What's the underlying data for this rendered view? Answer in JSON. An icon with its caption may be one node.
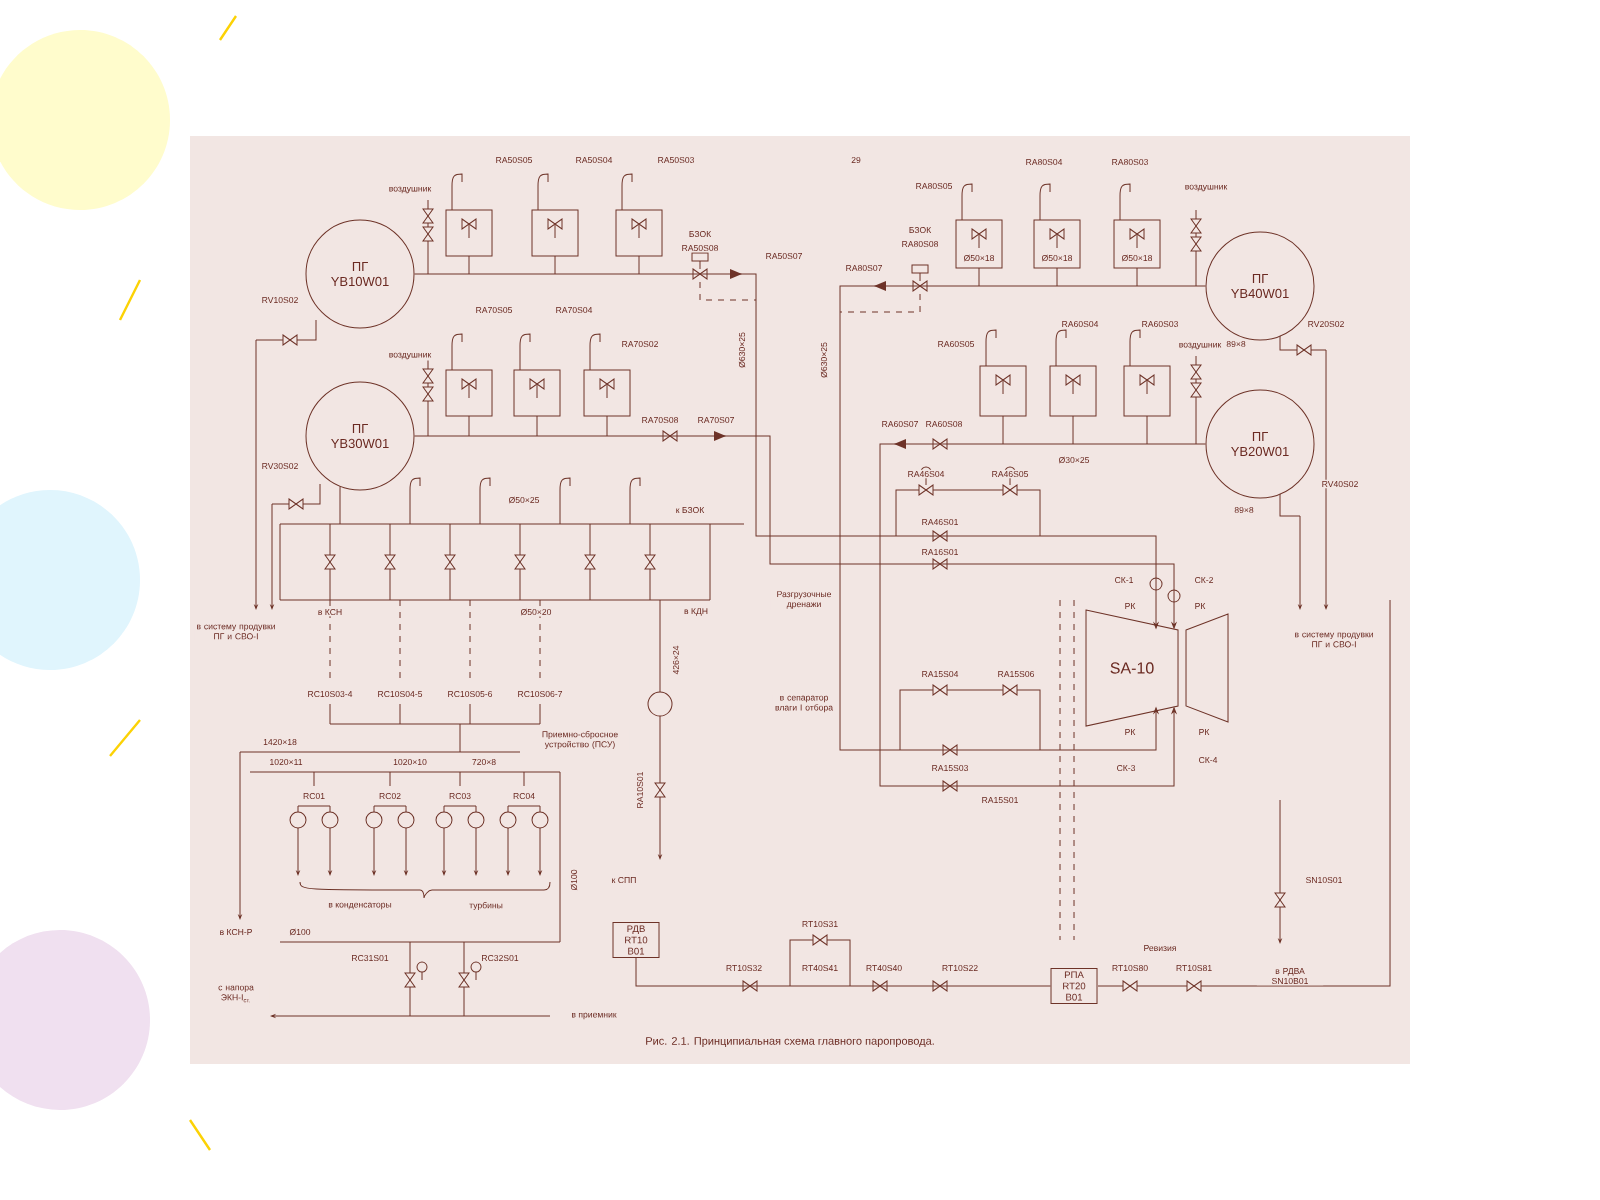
{
  "diagram": {
    "caption": "Рис. 2.1. Принципиальная схема главного паропровода.",
    "nodes": [
      {
        "text": [
          "ПГ YB10W01"
        ]
      },
      {
        "text": [
          "ПГ YB40W01"
        ]
      },
      {
        "text": [
          "ПГ YB30W01"
        ]
      },
      {
        "text": [
          "ПГ YB20W01"
        ]
      },
      {
        "text": [
          "SA-10"
        ]
      },
      {
        "text": [
          "РДВ RT10 B01"
        ]
      },
      {
        "text": [
          "РПА RT20 B01"
        ]
      }
    ],
    "edges": [
      {
        "from": 0,
        "to": 4,
        "arrow": "to"
      },
      {
        "from": 2,
        "to": 4,
        "arrow": "to"
      },
      {
        "from": 1,
        "to": 4,
        "arrow": "to"
      },
      {
        "from": 3,
        "to": 4,
        "arrow": "to"
      },
      {
        "from": 5,
        "to": 6,
        "arrow": "none"
      }
    ],
    "labels": [
      "RA50S05",
      "RA50S04",
      "RA50S03",
      "29",
      "воздушник",
      "БЗОК",
      "RA50S08",
      "RA50S07",
      "RV10S02",
      "RA70S05",
      "RA70S04",
      "RA70S02",
      "воздушник",
      "RA70S08",
      "RA70S07",
      "RV30S02",
      "Ø50×25",
      "к БЗОК",
      "в КСН",
      "Ø50×20",
      "в КДН",
      "в систему продувки ПГ и СВО-I",
      "RC10S03-4",
      "RC10S04-5",
      "RC10S05-6",
      "RC10S06-7",
      "426×24",
      "1420×18",
      "1020×11",
      "1020×10",
      "720×8",
      "Приемно-сбросное устройство (ПСУ)",
      "RC01",
      "RC02",
      "RC03",
      "RC04",
      "RA10S01",
      "к СПП",
      "в конденсаторы",
      "турбины",
      "в КСН-Р",
      "Ø100",
      "Ø100",
      "RC31S01",
      "RC32S01",
      "с напора ЭКН-I$_{ст.}$",
      "в приемник",
      "RT10S31",
      "RT10S32",
      "RT40S41",
      "RT40S40",
      "RT10S22",
      "Ревизия",
      "RT10S80",
      "RT10S81",
      "SN10S01",
      "в РДВА SN10B01",
      "СК-1",
      "СК-2",
      "РК",
      "РК",
      "РК",
      "РК",
      "СК-3",
      "СК-4",
      "в систему продувки ПГ и СВО-I",
      "RA46S04",
      "RA46S05",
      "RA46S01",
      "RA16S01",
      "RA15S04",
      "RA15S06",
      "RA15S03",
      "RA15S01",
      "в сепаратор влаги I отбора",
      "Разгрузочные дренажи",
      "RA80S05",
      "RA80S04",
      "RA80S03",
      "воздушник",
      "БЗОК",
      "RA80S08",
      "RA80S07",
      "Ø50×18",
      "Ø50×18",
      "Ø50×18",
      "RA60S05",
      "RA60S04",
      "RA60S03",
      "воздушник",
      "89×8",
      "RV20S02",
      "RA60S07",
      "RA60S08",
      "Ø30×25",
      "RV40S02",
      "89×8",
      "Ø630×25",
      "Ø630×25"
    ]
  }
}
